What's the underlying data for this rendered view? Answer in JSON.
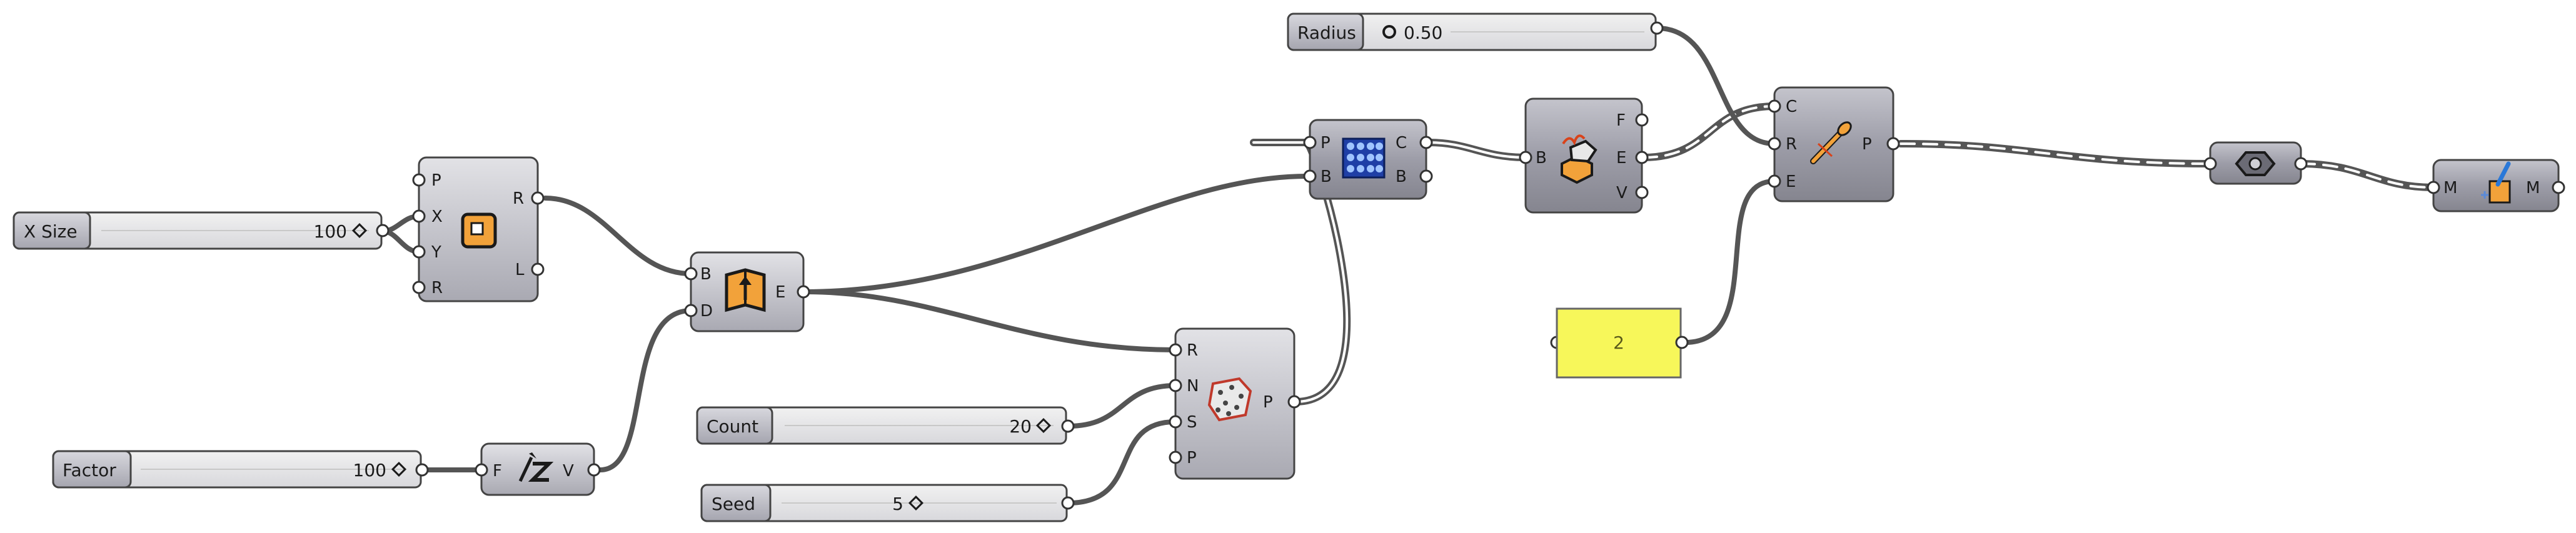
{
  "sliders": {
    "xsize": {
      "name": "X Size",
      "value": "100"
    },
    "factor": {
      "name": "Factor",
      "value": "100"
    },
    "count": {
      "name": "Count",
      "value": "20"
    },
    "seed": {
      "name": "Seed",
      "value": "5"
    },
    "radius": {
      "name": "Radius",
      "value": "0.50"
    }
  },
  "components": {
    "rectangle": {
      "inputs": [
        "P",
        "X",
        "Y",
        "R"
      ],
      "outputs": [
        "R",
        "L"
      ],
      "icon": "rectangle-icon"
    },
    "multiply": {
      "inputs": [
        "F"
      ],
      "outputs": [
        "V"
      ],
      "icon": "unit-z-icon"
    },
    "boundary": {
      "inputs": [
        "B",
        "D"
      ],
      "outputs": [
        "E"
      ],
      "icon": "extrude-icon"
    },
    "populate": {
      "inputs": [
        "R",
        "N",
        "S",
        "P"
      ],
      "outputs": [
        "P"
      ],
      "icon": "populate-points-icon"
    },
    "pointcont": {
      "inputs": [
        "P",
        "B"
      ],
      "outputs": [
        "C",
        "B"
      ],
      "icon": "point-containment-icon"
    },
    "deconbrep": {
      "inputs": [
        "B"
      ],
      "outputs": [
        "F",
        "E",
        "V"
      ],
      "icon": "deconstruct-brep-icon"
    },
    "pipe": {
      "inputs": [
        "C",
        "R",
        "E"
      ],
      "outputs": [
        "P"
      ],
      "icon": "pipe-icon"
    },
    "hub": {
      "icon": "cluster-hub-icon"
    },
    "preview": {
      "inputs": [
        "M"
      ],
      "outputs": [
        "M"
      ],
      "icon": "custom-preview-icon"
    }
  },
  "panel": {
    "value": "2",
    "color": "#f7f75a"
  }
}
